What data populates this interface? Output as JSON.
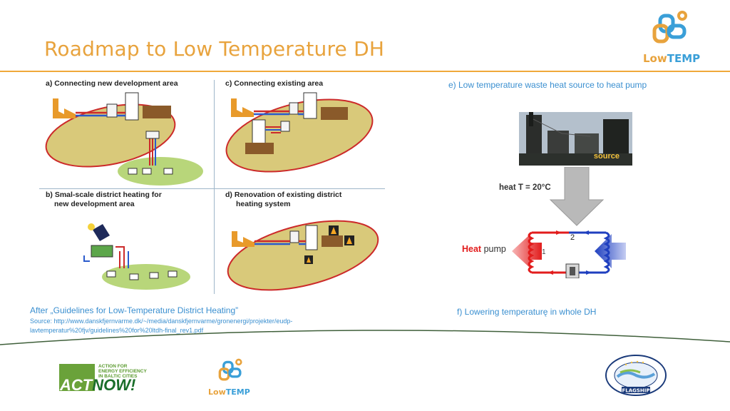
{
  "slide": {
    "title": "Roadmap to Low Temperature DH"
  },
  "logos": {
    "lowtemp_low": "Low",
    "lowtemp_temp": "TEMP",
    "actnow_small": [
      "ACTION FOR",
      "ENERGY EFFICIENCY",
      "IN BALTIC CITIES"
    ],
    "actnow_act": "ACT",
    "actnow_now": "NOW!",
    "flagship_text": "FLAGSHIP",
    "flagship_ring": "EU STRATEGY FOR THE BALTIC SEA REGION"
  },
  "panels": {
    "a": "a) Connecting new development area",
    "c": "c) Connecting existing area",
    "b_line1": "b) Smal-scale district heating for",
    "b_line2": "new development area",
    "d_line1": "d) Renovation of existing district",
    "d_line2": "heating system"
  },
  "captions": {
    "after": "After „Guidelines for Low-Temperature District Heating”",
    "source_line1": "Source: http://www.danskfjernvarme.dk/~/media/danskfjernvarme/gronenergi/projekter/eudp-",
    "source_line2": "lavtemperatur%20fjv/guidelines%20for%20ltdh-final_rev1.pdf",
    "e": "e) Low temperature waste heat source to heat pump",
    "f": "f) Lowering temperaturę in whole DH"
  },
  "heatpump_diagram": {
    "source_tag": "source",
    "heat_label": "heat  T = 20°C",
    "heat_word": "Heat",
    "pump_word": " pump",
    "node_1": "1",
    "node_2": "2",
    "hot_color": "#e21c1c",
    "cold_color": "#1f3fbf"
  }
}
